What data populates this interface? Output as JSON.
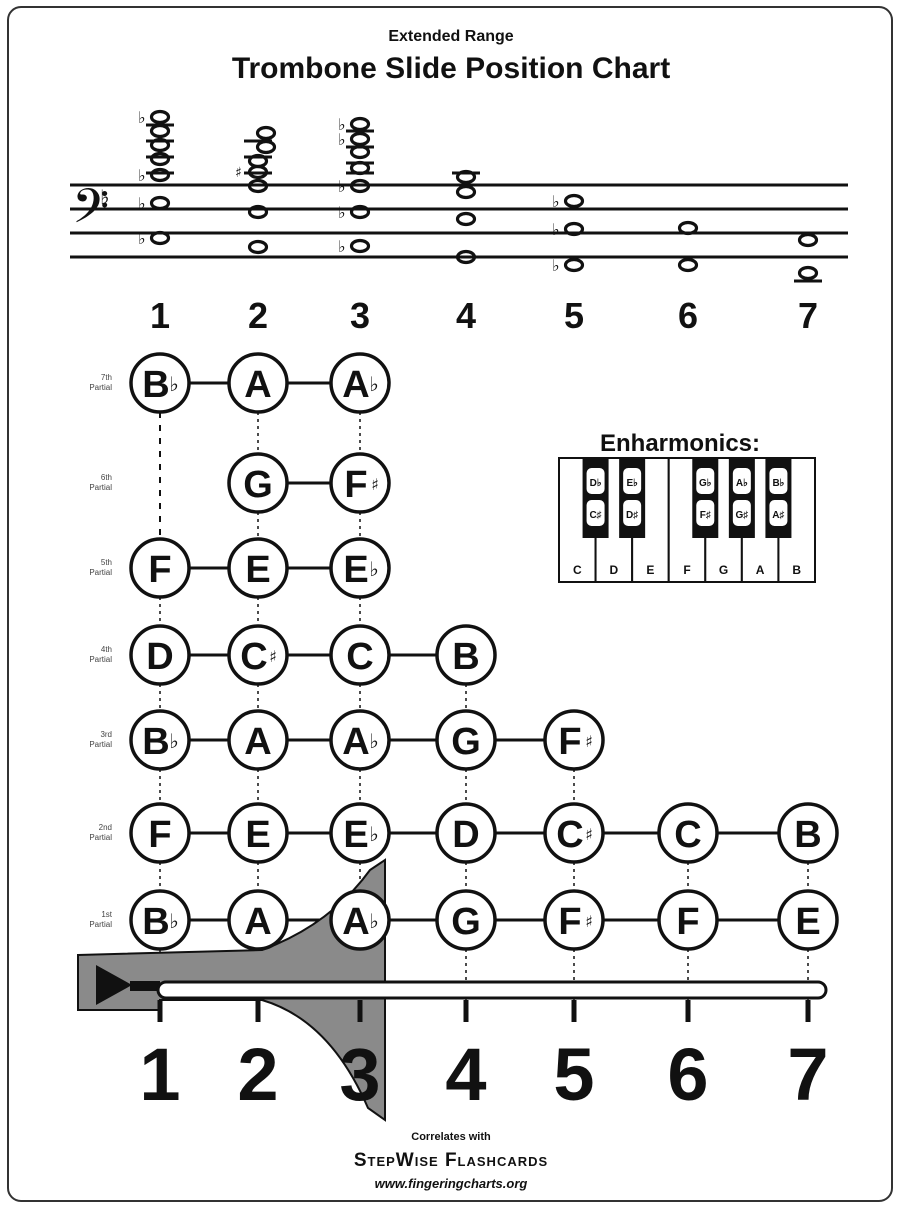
{
  "header": {
    "subtitle": "Extended Range",
    "title": "Trombone Slide Position Chart"
  },
  "positions": [
    "1",
    "2",
    "3",
    "4",
    "5",
    "6",
    "7"
  ],
  "partials": [
    {
      "label": "7th\nPartial",
      "notes": [
        {
          "pos": 1,
          "name": "B",
          "acc": "flat"
        },
        {
          "pos": 2,
          "name": "A",
          "acc": ""
        },
        {
          "pos": 3,
          "name": "A",
          "acc": "flat"
        }
      ]
    },
    {
      "label": "6th\nPartial",
      "notes": [
        {
          "pos": 2,
          "name": "G",
          "acc": ""
        },
        {
          "pos": 3,
          "name": "F",
          "acc": "sharp"
        }
      ]
    },
    {
      "label": "5th\nPartial",
      "notes": [
        {
          "pos": 1,
          "name": "F",
          "acc": ""
        },
        {
          "pos": 2,
          "name": "E",
          "acc": ""
        },
        {
          "pos": 3,
          "name": "E",
          "acc": "flat"
        }
      ]
    },
    {
      "label": "4th\nPartial",
      "notes": [
        {
          "pos": 1,
          "name": "D",
          "acc": ""
        },
        {
          "pos": 2,
          "name": "C",
          "acc": "sharp"
        },
        {
          "pos": 3,
          "name": "C",
          "acc": ""
        },
        {
          "pos": 4,
          "name": "B",
          "acc": ""
        }
      ]
    },
    {
      "label": "3rd\nPartial",
      "notes": [
        {
          "pos": 1,
          "name": "B",
          "acc": "flat"
        },
        {
          "pos": 2,
          "name": "A",
          "acc": ""
        },
        {
          "pos": 3,
          "name": "A",
          "acc": "flat"
        },
        {
          "pos": 4,
          "name": "G",
          "acc": ""
        },
        {
          "pos": 5,
          "name": "F",
          "acc": "sharp"
        }
      ]
    },
    {
      "label": "2nd\nPartial",
      "notes": [
        {
          "pos": 1,
          "name": "F",
          "acc": ""
        },
        {
          "pos": 2,
          "name": "E",
          "acc": ""
        },
        {
          "pos": 3,
          "name": "E",
          "acc": "flat"
        },
        {
          "pos": 4,
          "name": "D",
          "acc": ""
        },
        {
          "pos": 5,
          "name": "C",
          "acc": "sharp"
        },
        {
          "pos": 6,
          "name": "C",
          "acc": ""
        },
        {
          "pos": 7,
          "name": "B",
          "acc": ""
        }
      ]
    },
    {
      "label": "1st\nPartial",
      "notes": [
        {
          "pos": 1,
          "name": "B",
          "acc": "flat"
        },
        {
          "pos": 2,
          "name": "A",
          "acc": ""
        },
        {
          "pos": 3,
          "name": "A",
          "acc": "flat"
        },
        {
          "pos": 4,
          "name": "G",
          "acc": ""
        },
        {
          "pos": 5,
          "name": "F",
          "acc": "sharp"
        },
        {
          "pos": 6,
          "name": "F",
          "acc": ""
        },
        {
          "pos": 7,
          "name": "E",
          "acc": ""
        }
      ]
    }
  ],
  "enharmonics": {
    "title": "Enharmonics:",
    "white_keys": [
      "C",
      "D",
      "E",
      "F",
      "G",
      "A",
      "B"
    ],
    "black_keys": [
      {
        "top": "D♭",
        "bottom": "C♯"
      },
      {
        "top": "E♭",
        "bottom": "D♯"
      },
      {
        "top": "G♭",
        "bottom": "F♯"
      },
      {
        "top": "A♭",
        "bottom": "G♯"
      },
      {
        "top": "B♭",
        "bottom": "A♯"
      }
    ]
  },
  "footer": {
    "line1": "Correlates with",
    "line2": "StepWise Flashcards",
    "line3": "www.fingeringcharts.org"
  },
  "colors": {
    "ink": "#111111",
    "slide_gray": "#8a8a8a",
    "background": "#ffffff"
  }
}
